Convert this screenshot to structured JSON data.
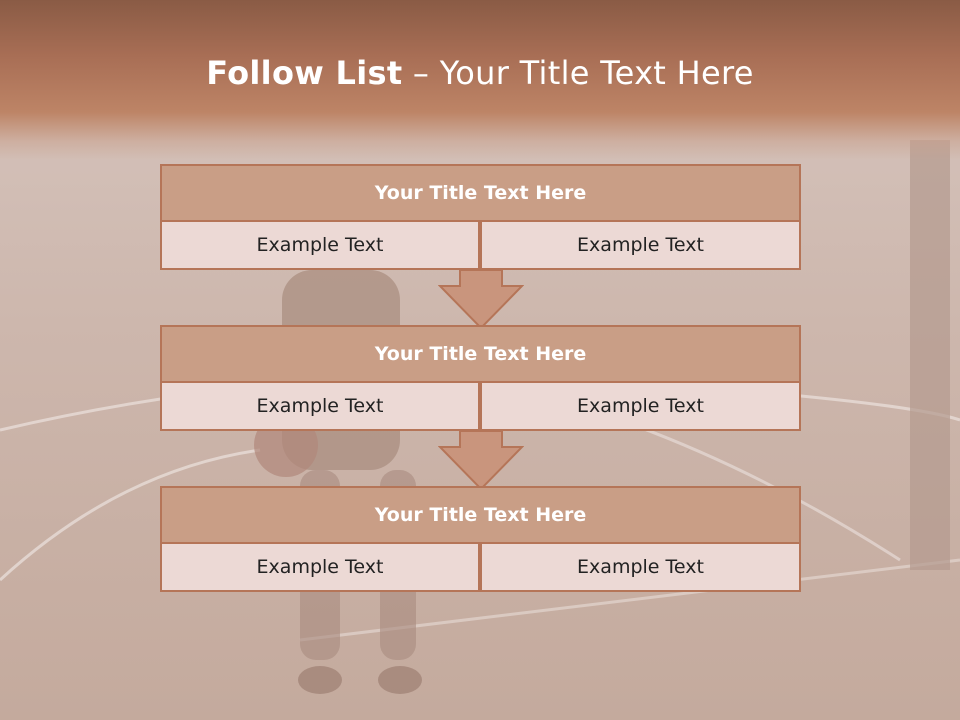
{
  "slide": {
    "title_bold": "Follow List",
    "title_rest": " – Your Title Text Here"
  },
  "blocks": [
    {
      "title": "Your Title Text Here",
      "left_text": "Example Text",
      "right_text": "Example Text"
    },
    {
      "title": "Your Title Text Here",
      "left_text": "Example Text",
      "right_text": "Example Text"
    },
    {
      "title": "Your Title Text Here",
      "left_text": "Example Text",
      "right_text": "Example Text"
    }
  ],
  "colors": {
    "header": "#a86e55",
    "block_title_fill": "#c99e86",
    "block_border": "#b57558",
    "cell_fill": "#ecd9d5",
    "arrow_fill": "#c9957d"
  },
  "icons": [
    "down-arrow-icon"
  ]
}
